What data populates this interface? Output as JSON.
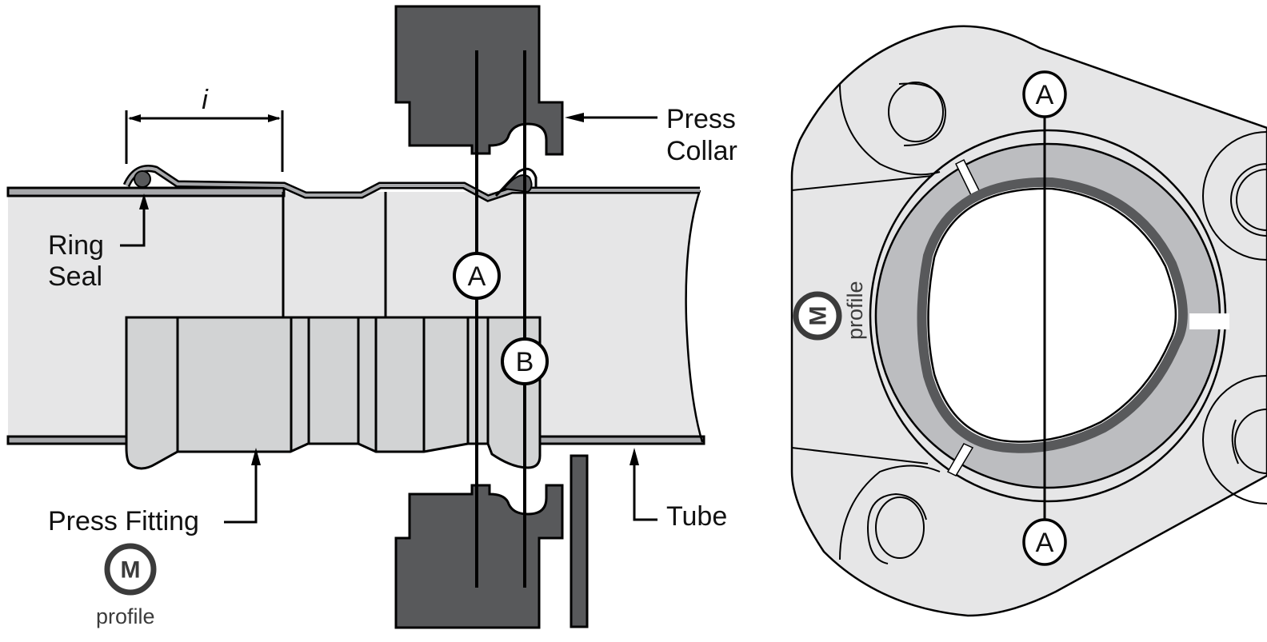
{
  "diagram": {
    "title_hidden": "",
    "labels": {
      "dimension": "i",
      "ring_seal_line1": "Ring",
      "ring_seal_line2": "Seal",
      "press_collar_line1": "Press",
      "press_collar_line2": "Collar",
      "press_fitting": "Press Fitting",
      "tube": "Tube"
    },
    "markers": {
      "a": "A",
      "b": "B"
    },
    "logo": {
      "letter": "M",
      "word": "profile"
    },
    "colors": {
      "tube_fill": "#e6e6e7",
      "fitting_fill": "#d2d3d4",
      "collar_fill": "#58595b",
      "ring_band": "#bcbdc0",
      "outline": "#000000",
      "logo": "#3b3b3b"
    }
  }
}
